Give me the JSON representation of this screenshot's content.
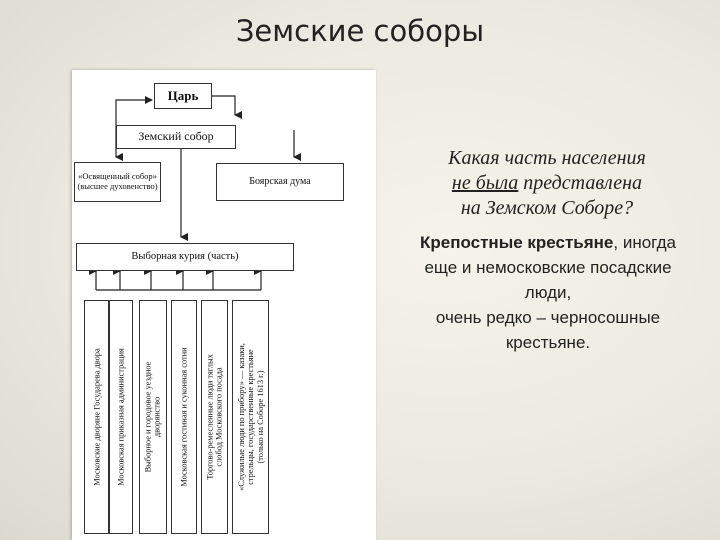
{
  "slide": {
    "title": "Земские соборы"
  },
  "diagram": {
    "tsar": "Царь",
    "sobor": "Земский собор",
    "clergy_line1": "«Освященный собор»",
    "clergy_line2": "(высшее духовенство)",
    "duma": "Боярская дума",
    "curia": "Выборная курия (часть)",
    "columns": [
      {
        "line1": "Московские дворяне Государева двора",
        "line2": ""
      },
      {
        "line1": "Московская приказная администрация",
        "line2": ""
      },
      {
        "line1": "Выборное и городовое уездное",
        "line2": "дворянство"
      },
      {
        "line1": "Московская гостиная и суконная сотни",
        "line2": ""
      },
      {
        "line1": "Торгово-ремесленные люди тяглых",
        "line2": "слобод Московского посада"
      },
      {
        "line1": "«Служилые люди по прибору» — казаки,",
        "line2": "стрельцы, государственные крестьяне",
        "line3": "(только на Соборе 1613 г.)"
      }
    ]
  },
  "question": {
    "line1": "Какая часть населения",
    "line2_underlined": "не была",
    "line2_rest": " представлена",
    "line3": "на Земском Соборе?"
  },
  "answer": {
    "bold": "Крепостные крестьяне",
    "rest1": ", иногда",
    "line2": "еще и немосковские посадские",
    "line3": "люди,",
    "line4": "очень редко – черносошные",
    "line5": "крестьяне."
  }
}
